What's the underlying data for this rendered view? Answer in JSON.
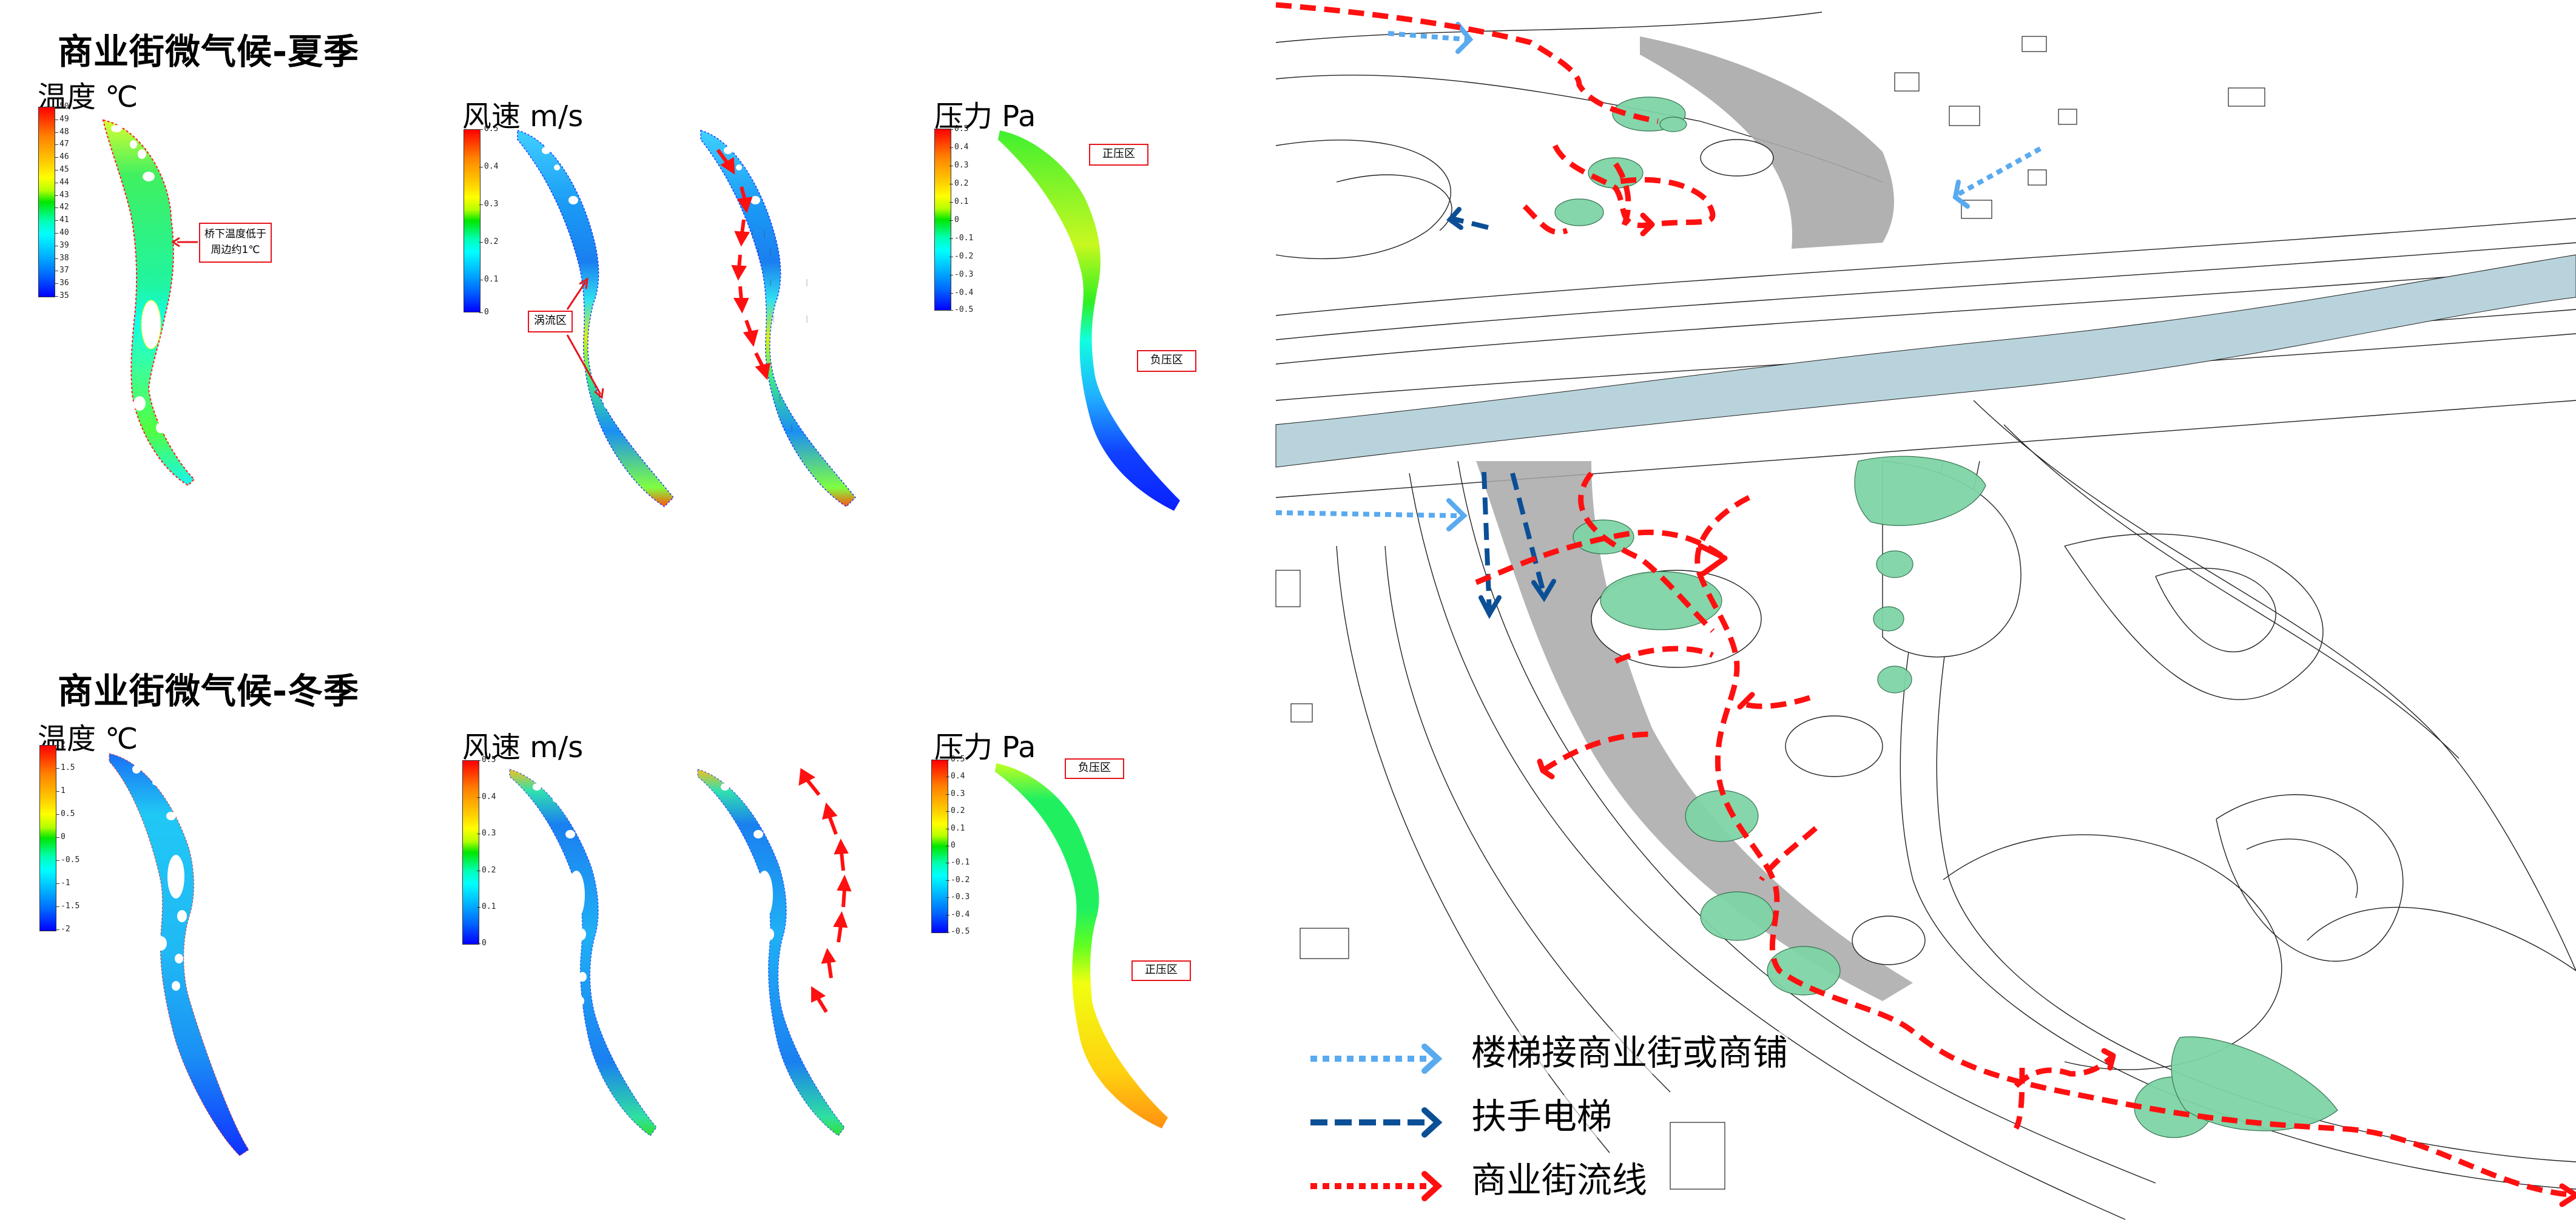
{
  "summer": {
    "title": "商业街微气候-夏季",
    "temperature": {
      "label": "温度 ℃",
      "scale_ticks": [
        "50",
        "49",
        "48",
        "47",
        "46",
        "45",
        "44",
        "43",
        "42",
        "41",
        "40",
        "39",
        "38",
        "37",
        "36",
        "35"
      ],
      "annotation": [
        "桥下温度低于",
        "周边约1℃"
      ]
    },
    "wind": {
      "label": "风速 m/s",
      "scale_ticks": [
        "0.5",
        "0.4",
        "0.3",
        "0.2",
        "0.1",
        "0"
      ],
      "annotation": "涡流区",
      "flow_direction": "down"
    },
    "pressure": {
      "label": "压力 Pa",
      "scale_ticks": [
        "0.5",
        "0.4",
        "0.3",
        "0.2",
        "0.1",
        "0",
        "-0.1",
        "-0.2",
        "-0.3",
        "-0.4",
        "-0.5"
      ],
      "annotation_top": "正压区",
      "annotation_bottom": "负压区"
    }
  },
  "winter": {
    "title": "商业街微气候-冬季",
    "temperature": {
      "label": "温度 ℃",
      "scale_ticks": [
        "2",
        "1.5",
        "1",
        "0.5",
        "0",
        "-0.5",
        "-1",
        "-1.5",
        "-2"
      ]
    },
    "wind": {
      "label": "风速 m/s",
      "scale_ticks": [
        "0.5",
        "0.4",
        "0.3",
        "0.2",
        "0.1",
        "0"
      ],
      "flow_direction": "up"
    },
    "pressure": {
      "label": "压力 Pa",
      "scale_ticks": [
        "0.5",
        "0.4",
        "0.3",
        "0.2",
        "0.1",
        "0",
        "-0.1",
        "-0.2",
        "-0.3",
        "-0.4",
        "-0.5"
      ],
      "annotation_top": "负压区",
      "annotation_bottom": "正压区"
    }
  },
  "site_plan": {
    "legend": [
      {
        "label": "楼梯接商业街或商铺",
        "style": "dotted",
        "color": "#5aaaf0"
      },
      {
        "label": "扶手电梯",
        "style": "dashed",
        "color": "#0b4f96"
      },
      {
        "label": "商业街流线",
        "style": "dotted",
        "color": "#ff0000"
      }
    ],
    "colors": {
      "water": "#b9d3dc",
      "pods": "#7fd4a6",
      "pods_dark": "#4fa877",
      "shadow": "#a8a8a8",
      "route": "#ff1010",
      "stair": "#5aaaf0",
      "escalator": "#0b4f96"
    }
  },
  "colors": {
    "annotation_border": "#e8141b"
  }
}
